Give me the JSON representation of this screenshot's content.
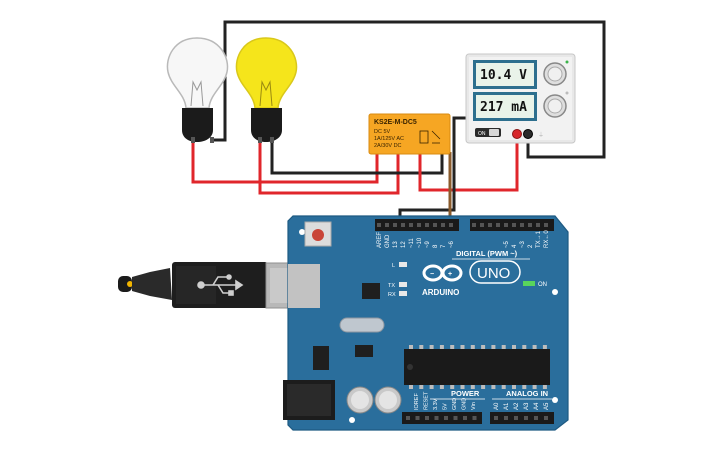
{
  "power_supply": {
    "voltage_display": "10.4 V",
    "current_display": "217 mA",
    "switch_label": "ON"
  },
  "relay": {
    "model": "KS2E-M-DC5",
    "spec_line_1": "DC 5V",
    "spec_line_2": "1A/125V AC",
    "spec_line_3": "2A/30V DC"
  },
  "bulbs": [
    {
      "state": "off"
    },
    {
      "state": "on"
    }
  ],
  "arduino": {
    "brand": "ARDUINO",
    "model": "UNO",
    "on_label": "ON",
    "digital_header": "DIGITAL (PWM ~)",
    "power_header": "POWER",
    "analog_header": "ANALOG IN",
    "led_l": "L",
    "led_tx": "TX",
    "led_rx": "RX",
    "digital_pins": [
      "AREF",
      "GND",
      "13",
      "12",
      "~11",
      "~10",
      "~9",
      "8",
      "7",
      "~6",
      "~5",
      "4",
      "~3",
      "2",
      "TX→1",
      "RX←0"
    ],
    "power_pins": [
      "IOREF",
      "RESET",
      "3.3V",
      "5V",
      "GND",
      "GND",
      "Vin"
    ],
    "analog_pins": [
      "A0",
      "A1",
      "A2",
      "A3",
      "A4",
      "A5"
    ]
  },
  "colors": {
    "wire_red": "#e0262b",
    "wire_black": "#222222",
    "relay_orange": "#f6a623",
    "board_blue": "#2a6e9c",
    "bulb_yellow": "#f5e51b"
  }
}
